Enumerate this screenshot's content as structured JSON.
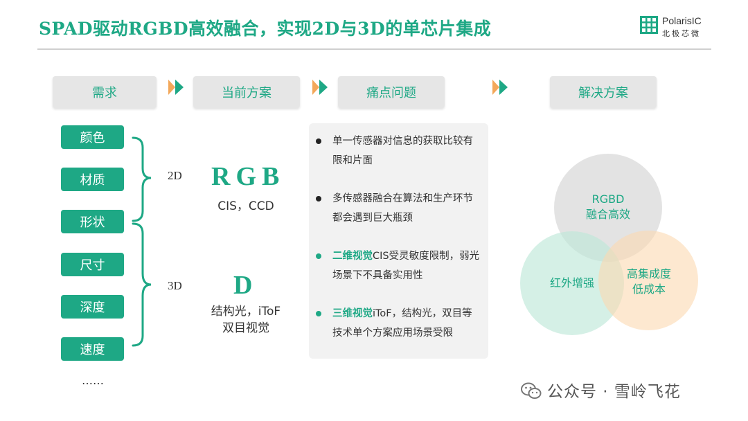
{
  "title": "SPAD驱动RGBD高效融合，实现2D与3D的单芯片集成",
  "logo": {
    "name": "PolarisIC",
    "sub": "北极芯微"
  },
  "headers": [
    "需求",
    "当前方案",
    "痛点问题",
    "解决方案"
  ],
  "needs": [
    "颜色",
    "材质",
    "形状",
    "尺寸",
    "深度",
    "速度"
  ],
  "needs_more": "……",
  "current": {
    "label_2d": "2D",
    "rgb_big": "RGB",
    "rgb_sub": "CIS，CCD",
    "label_3d": "3D",
    "d_big": "D",
    "d_sub_1": "结构光，iToF",
    "d_sub_2": "双目视觉"
  },
  "pain": [
    {
      "highlight": "",
      "text": "单一传感器对信息的获取比较有限和片面"
    },
    {
      "highlight": "",
      "text": "多传感器融合在算法和生产环节都会遇到巨大瓶颈"
    },
    {
      "highlight": "二维视觉",
      "text": "CIS受灵敏度限制，弱光场景下不具备实用性"
    },
    {
      "highlight": "三维视觉",
      "text": "iToF，结构光，双目等技术单个方案应用场景受限"
    }
  ],
  "solution": {
    "top_1": "RGBD",
    "top_2": "融合高效",
    "left": "红外增强",
    "right_1": "高集成度",
    "right_2": "低成本"
  },
  "colors": {
    "accent": "#1ea885",
    "arrow_orange": "#f3a85a",
    "venn_gray": "#d9d9d9",
    "venn_green": "#bfe8d9",
    "venn_orange": "#fbd9b0"
  },
  "watermark": "公众号 · 雪岭飞花"
}
